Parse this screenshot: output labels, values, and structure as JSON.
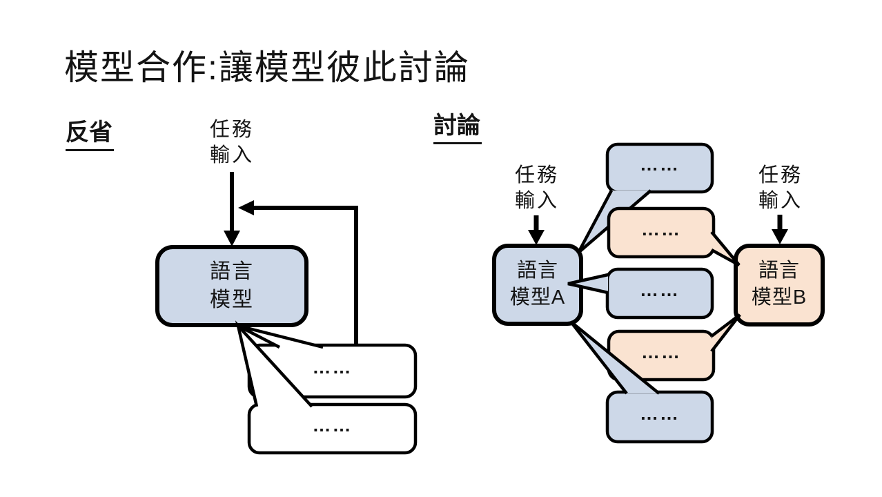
{
  "slide": {
    "title": "模型合作:讓模型彼此討論",
    "colors": {
      "model_blue": "#cdd8e8",
      "model_orange": "#fae3d1",
      "bubble_white": "#ffffff",
      "stroke_black": "#000000"
    }
  },
  "left_diagram": {
    "section_label": "反省",
    "task_input": {
      "line1": "任務",
      "line2": "輸入"
    },
    "model": {
      "line1": "語言",
      "line2": "模型"
    },
    "bubbles": [
      {
        "text": "……"
      },
      {
        "text": "……"
      }
    ]
  },
  "right_diagram": {
    "section_label": "討論",
    "task_input_a": {
      "line1": "任務",
      "line2": "輸入"
    },
    "task_input_b": {
      "line1": "任務",
      "line2": "輸入"
    },
    "model_a": {
      "line1": "語言",
      "line2": "模型A"
    },
    "model_b": {
      "line1": "語言",
      "line2": "模型B"
    },
    "bubbles": [
      {
        "speaker": "A",
        "text": "……"
      },
      {
        "speaker": "B",
        "text": "……"
      },
      {
        "speaker": "A",
        "text": "……"
      },
      {
        "speaker": "B",
        "text": "……"
      },
      {
        "speaker": "A",
        "text": "……"
      }
    ]
  }
}
